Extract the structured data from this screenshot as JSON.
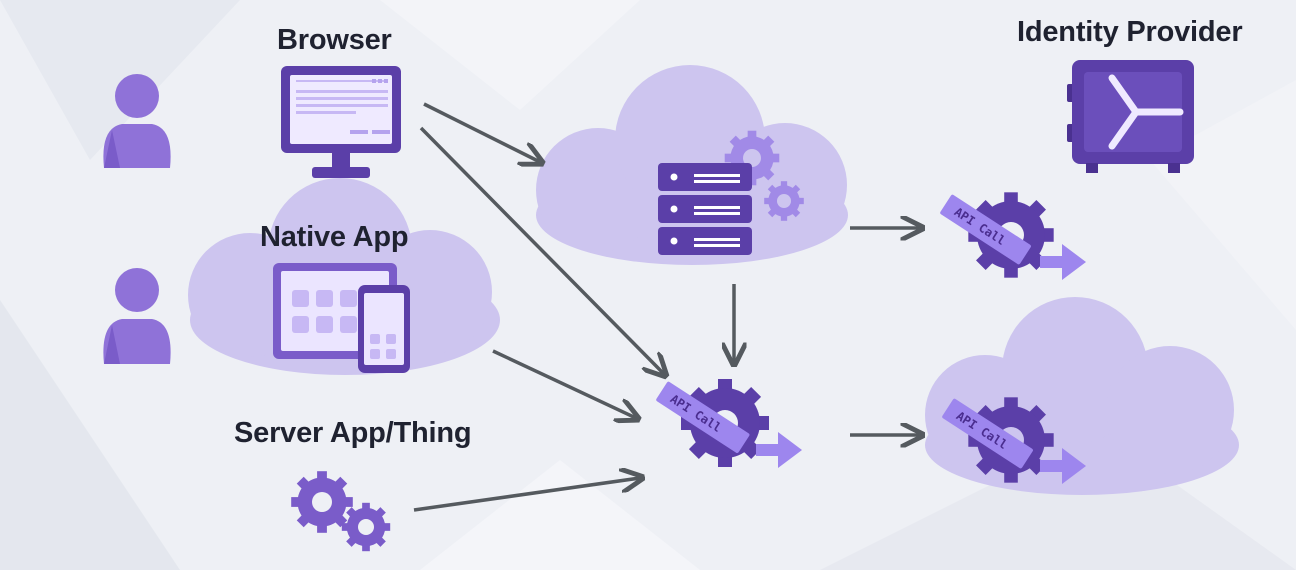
{
  "labels": {
    "browser": "Browser",
    "native_app": "Native App",
    "server_app": "Server App/Thing",
    "identity_provider": "Identity Provider"
  },
  "api_badge": "API Call",
  "colors": {
    "background": "#eef0f5",
    "cloud_fill": "#cdc5ef",
    "primary_purple": "#5b3fa8",
    "light_purple": "#8f72d8",
    "ribbon": "#9d86ee",
    "arrow": "#555a5f",
    "text": "#1f2230"
  },
  "icons": [
    "user-icon",
    "monitor-icon",
    "tablet-icon",
    "phone-icon",
    "server-rack-icon",
    "gear-icon",
    "safe-icon",
    "api-gear-icon"
  ]
}
